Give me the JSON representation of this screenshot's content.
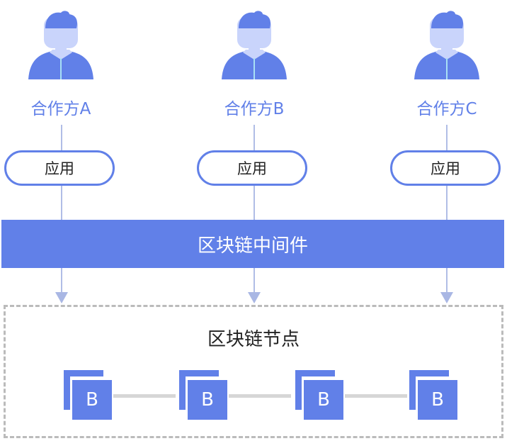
{
  "parties": [
    {
      "label": "合作方A",
      "app_label": "应用"
    },
    {
      "label": "合作方B",
      "app_label": "应用"
    },
    {
      "label": "合作方C",
      "app_label": "应用"
    }
  ],
  "middleware": {
    "label": "区块链中间件"
  },
  "node_group": {
    "title": "区块链节点",
    "blocks": [
      {
        "label": "B"
      },
      {
        "label": "B"
      },
      {
        "label": "B"
      },
      {
        "label": "B"
      }
    ]
  },
  "colors": {
    "primary": "#6180e8",
    "line": "#b0bde6",
    "dash": "#bbbbbb",
    "link": "#d6d6d6"
  }
}
